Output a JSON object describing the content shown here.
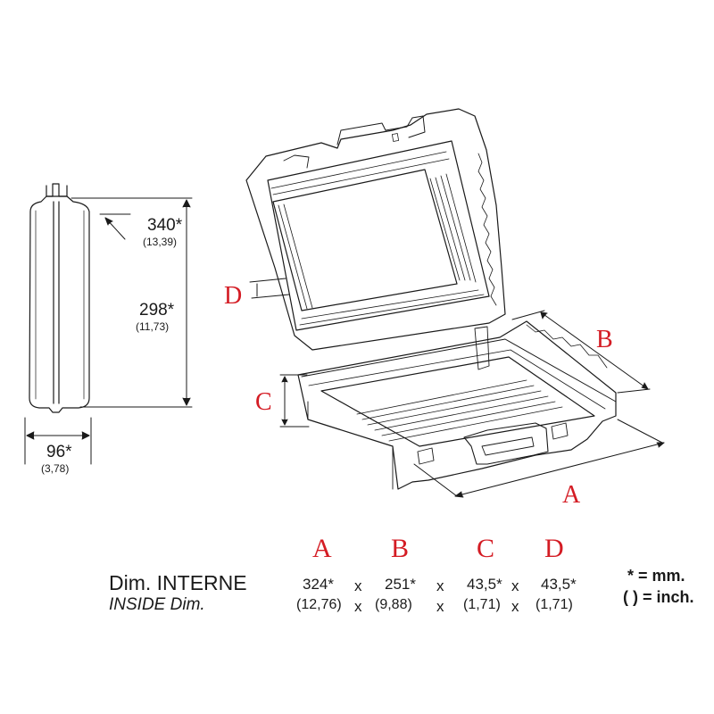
{
  "colors": {
    "line": "#1a1a1a",
    "accent_red": "#d41c24"
  },
  "side_view": {
    "dim_340": "340*",
    "dim_340_inch": "(13,39)",
    "dim_298": "298*",
    "dim_298_inch": "(11,73)",
    "dim_96": "96*",
    "dim_96_inch": "(3,78)"
  },
  "case_labels": {
    "a": "A",
    "b": "B",
    "c": "C",
    "d": "D"
  },
  "table": {
    "col_heads": [
      "A",
      "B",
      "C",
      "D"
    ],
    "row_mm_label": "Dim. INTERNE",
    "row_inch_label": "INSIDE Dim.",
    "mm_values": [
      "324*",
      "251*",
      "43,5*",
      "43,5*"
    ],
    "inch_values": [
      "(12,76)",
      "(9,88)",
      "(1,71)",
      "(1,71)"
    ],
    "separator": "x",
    "legend_mm": "* = mm.",
    "legend_inch": "( ) = inch."
  }
}
